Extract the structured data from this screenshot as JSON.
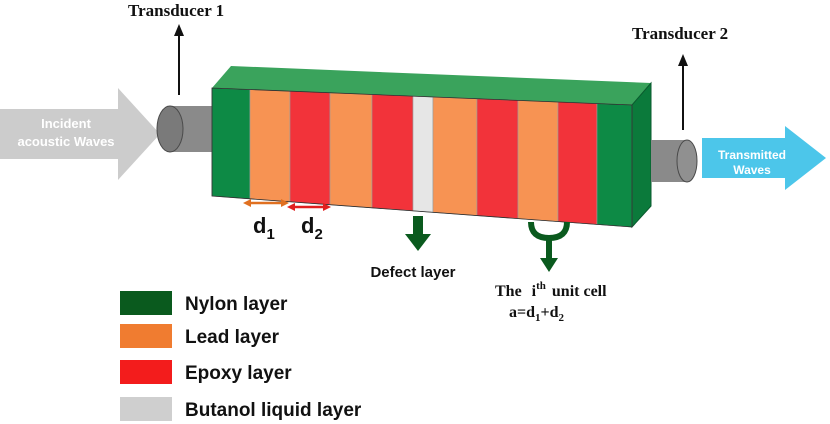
{
  "labels": {
    "transducer_1": "Transducer 1",
    "transducer_2": "Transducer 2",
    "incident_line1": "Incident",
    "incident_line2": "acoustic Waves",
    "transmitted_line1": "Transmitted",
    "transmitted_line2": "Waves",
    "d1_main": "d",
    "d1_sub": "1",
    "d2_main": "d",
    "d2_sub": "2",
    "defect_layer": "Defect layer",
    "unit_cell_the": "The",
    "unit_cell_i": "i",
    "unit_cell_sup": "th",
    "unit_cell_rest": "unit cell",
    "unit_cell_formula_a": "a=d",
    "unit_cell_formula_sub1": "1",
    "unit_cell_formula_plus": "+d",
    "unit_cell_formula_sub2": "2"
  },
  "legend": [
    {
      "label": "Nylon layer",
      "color": "#0a5a1e"
    },
    {
      "label": "Lead layer",
      "color": "#f07c30"
    },
    {
      "label": "Epoxy layer",
      "color": "#f31c1c"
    },
    {
      "label": "Butanol liquid layer",
      "color": "#cfcfcf"
    }
  ],
  "layers": [
    {
      "material": "nylon",
      "color": "#0d8a45"
    },
    {
      "material": "lead",
      "color": "#f79353"
    },
    {
      "material": "epoxy",
      "color": "#f2333a"
    },
    {
      "material": "lead",
      "color": "#f79353"
    },
    {
      "material": "epoxy",
      "color": "#f2333a"
    },
    {
      "material": "butanol",
      "color": "#e6e6e6"
    },
    {
      "material": "lead",
      "color": "#f79353"
    },
    {
      "material": "epoxy",
      "color": "#f2333a"
    },
    {
      "material": "lead",
      "color": "#f79353"
    },
    {
      "material": "epoxy",
      "color": "#f2333a"
    },
    {
      "material": "nylon",
      "color": "#0d8a45"
    }
  ],
  "colors": {
    "incident_arrow": "#cccccc",
    "transmitted_arrow": "#4cc6ea",
    "pointer_green": "#0a5a1e",
    "d1_arrow": "#e07020",
    "d2_arrow": "#e02020",
    "transducer": "#8a8a8a"
  }
}
